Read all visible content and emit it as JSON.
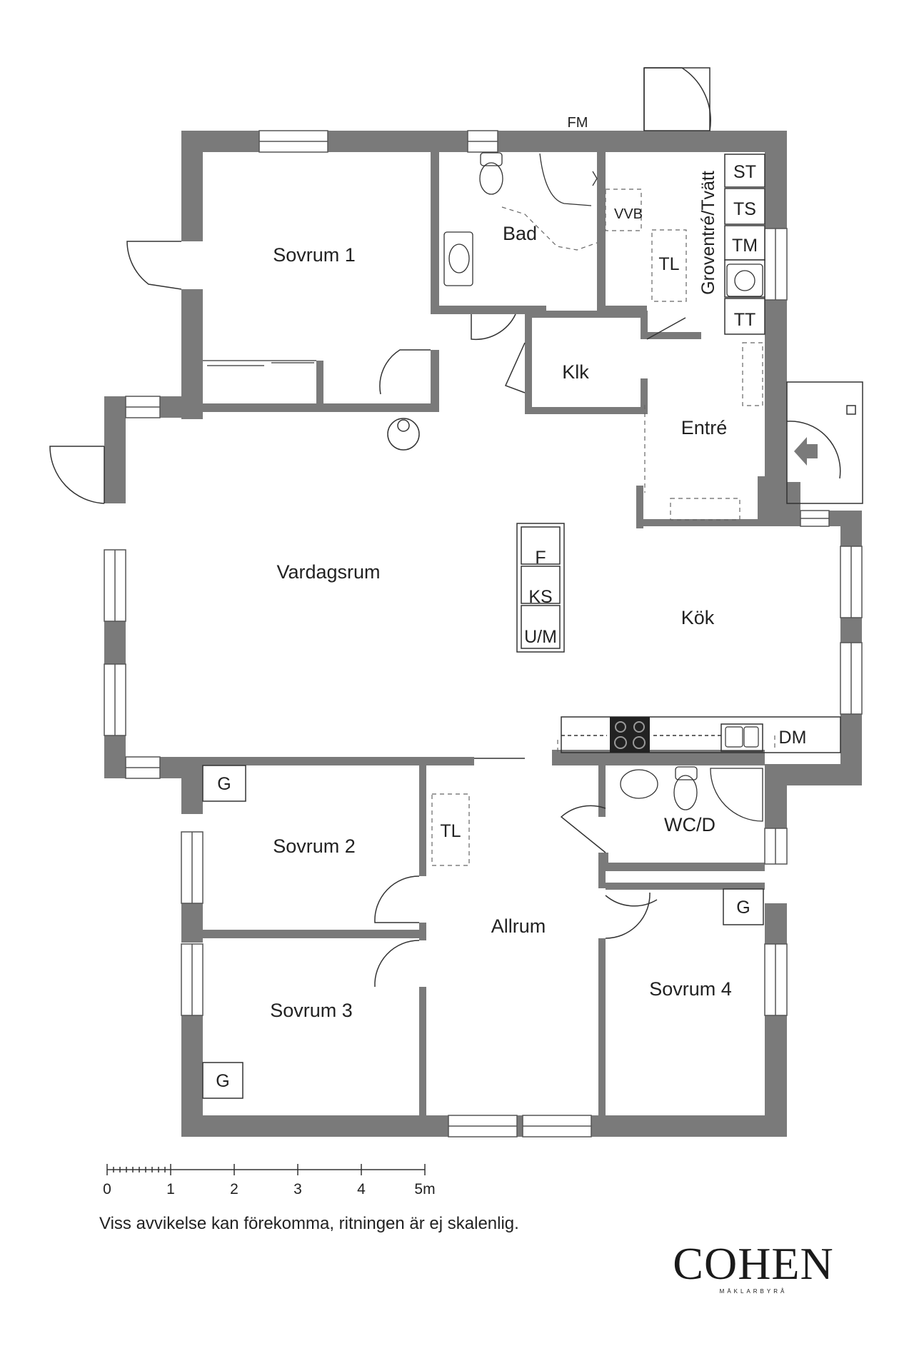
{
  "rooms": {
    "sovrum1": "Sovrum 1",
    "bad": "Bad",
    "vvb": "VVB",
    "tl_upper": "TL",
    "groventre": "Groventré/Tvätt",
    "st": "ST",
    "ts": "TS",
    "tm": "TM",
    "tt": "TT",
    "fm": "FM",
    "klk": "Klk",
    "entre": "Entré",
    "vardagsrum": "Vardagsrum",
    "kok": "Kök",
    "f": "F",
    "ks": "KS",
    "um": "U/M",
    "dm": "DM",
    "sovrum2": "Sovrum 2",
    "sovrum3": "Sovrum 3",
    "sovrum4": "Sovrum 4",
    "allrum": "Allrum",
    "tl_lower": "TL",
    "wcd": "WC/D",
    "g": "G"
  },
  "scale": {
    "labels": [
      "0",
      "1",
      "2",
      "3",
      "4",
      "5m"
    ]
  },
  "disclaimer": "Viss avvikelse kan förekomma, ritningen är ej skalenlig.",
  "logo": {
    "main": "COHEN",
    "sub": "MÄKLARBYRÅ"
  },
  "colors": {
    "wall": "#7a7a7a",
    "line": "#333333",
    "dash": "#666666"
  }
}
